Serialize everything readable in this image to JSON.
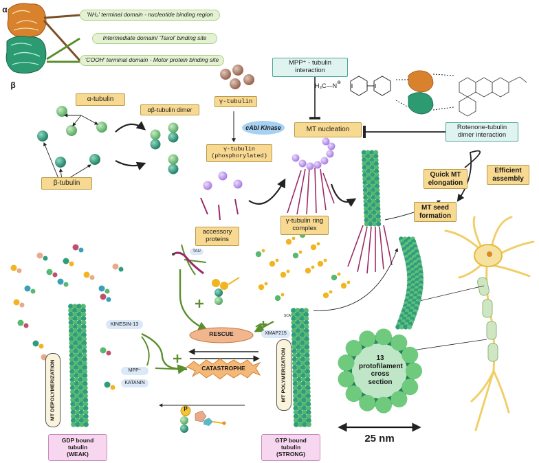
{
  "protein_letters": {
    "alpha": "α",
    "beta": "β"
  },
  "domains": {
    "nh2": "'NH₂' terminal domain - nucleotide binding region",
    "intermediate": "Intermediate domain/ 'Taxol' binding site",
    "cooh": "'COOH' terminal domain - Motor protein binding site"
  },
  "nucleation": {
    "alpha_tubulin": "α-tubulin",
    "beta_tubulin": "β-tubulin",
    "dimer": "αβ-tubulin dimer",
    "gamma_tubulin": "γ-tubulin",
    "cabl_kinase": "cAbl Kinase",
    "gamma_phos_line1": "γ-tubulin",
    "gamma_phos_line2": "(phosphorylated)",
    "accessory": "accessory proteins",
    "ring_complex": "γ-tubulin ring complex",
    "mpp_interaction": "MPP⁺ - tubulin interaction",
    "mpp_formula_left": "H₃C—N",
    "mpp_charge": "⊕",
    "mt_nucleation": "MT nucleation",
    "rotenone": "Rotenone-tubulin dimer interaction",
    "quick_elongation": "Quick MT elongation",
    "efficient_assembly": "Efficient assembly",
    "seed_formation": "MT seed formation"
  },
  "dynamics": {
    "tau": "TAU",
    "kinesin": "KINESIN-13",
    "rescue": "RESCUE",
    "catastrophe": "CATASTROPHE",
    "xmap": "XMAP215",
    "sca": "SCA",
    "mpp": "MPP⁺",
    "katanin": "KATANIN",
    "depolymerization": "MT DEPOLYMERIZATION",
    "polymerization": "MT POLYMERIZATION",
    "phosphate": "P",
    "gdp_line1": "GDP bound tubulin",
    "gdp_line2": "(WEAK)",
    "gtp_line1": "GTP bound tubulin",
    "gtp_line2": "(STRONG)",
    "cross_section": "13 protofilament cross section",
    "scale": "25 nm"
  },
  "colors": {
    "alpha_green": "#86c979",
    "beta_teal": "#2e9d7e",
    "arrow_green": "#5a8f2e",
    "gamma_brown": "#a97d6a",
    "purple": "#b58be6",
    "magenta": "#9a2a6a",
    "orange": "#d97a28",
    "neuron_yellow": "#f6e2a0"
  }
}
